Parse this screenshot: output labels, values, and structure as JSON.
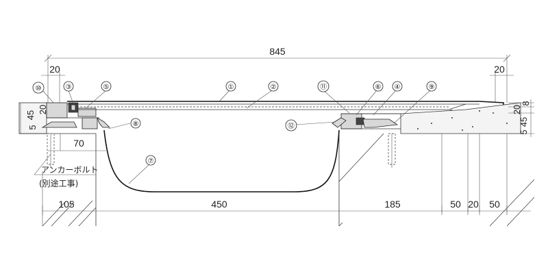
{
  "dimensions": {
    "overall": "845",
    "left_end": "20",
    "right_end": "20",
    "bottom": [
      "105",
      "450",
      "185",
      "50",
      "20",
      "50"
    ],
    "left_bracket": "70",
    "left_vertical": [
      "5",
      "45",
      "20"
    ],
    "right_vertical": [
      "8",
      "20",
      "45",
      "5"
    ]
  },
  "callouts": {
    "c1": "①",
    "c2": "②",
    "c3": "③",
    "c4": "④",
    "c5": "⑤",
    "c6": "⑥",
    "c7": "⑦",
    "c8": "⑧",
    "c9": "⑨",
    "c10": "⑩",
    "c11": "⑪",
    "c12": "⑫"
  },
  "notes": {
    "anchor_line1": "アンカーボルト",
    "anchor_line2": "(別途工事)"
  }
}
